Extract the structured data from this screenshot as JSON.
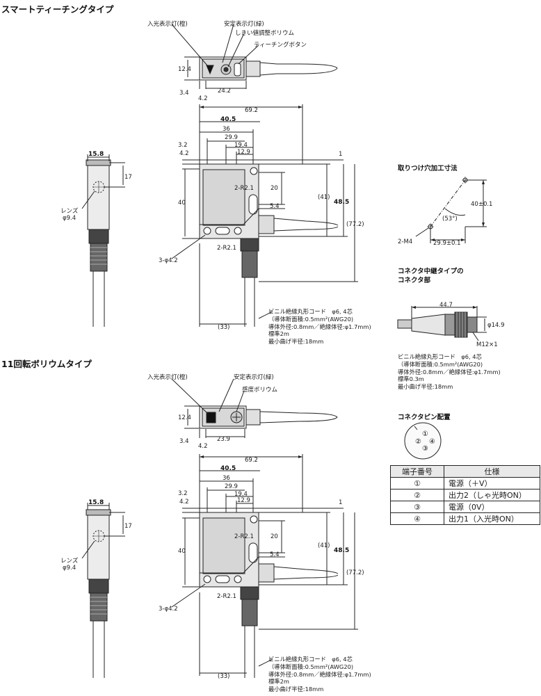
{
  "sections": [
    {
      "title": "スマートティーチングタイプ",
      "top_view": {
        "labels": [
          "入光表示灯(橙)",
          "安定表示灯(緑)",
          "しきい値調整ボリウム",
          "ティーチングボタン"
        ],
        "dims": {
          "height": "12.4",
          "left": "3.4",
          "offset": "4.2",
          "width": "24.2"
        }
      }
    },
    {
      "title": "11回転ボリウムタイプ",
      "top_view": {
        "labels": [
          "入光表示灯(橙)",
          "安定表示灯(緑)",
          "感度ボリウム"
        ],
        "dims": {
          "height": "12.4",
          "left": "3.4",
          "offset": "4.2",
          "width": "23.9"
        }
      }
    }
  ],
  "side_view": {
    "width": "15.8",
    "lens_height": "17",
    "lens_label": "レンズ",
    "lens_dia": "φ9.4"
  },
  "front_view": {
    "dims": {
      "overall": "69.2",
      "d40_5": "40.5",
      "d36": "36",
      "d29_9": "29.9",
      "d19_4": "19.4",
      "d12_9": "12.9",
      "d3_2": "3.2",
      "d4_2": "4.2",
      "d1": "1",
      "d40": "40",
      "d20": "20",
      "d5_4": "5.4",
      "d41": "(41)",
      "d48_5": "48.5",
      "d77_2": "(77.2)",
      "d33": "(33)",
      "r_top": "2-R2.1",
      "r_bottom": "2-R2.1",
      "holes": "3-φ4.2"
    },
    "cord_spec": [
      "ビニル絶縁丸形コード　φ6, 4芯",
      "（導体断面積:0.5mm²(AWG20)",
      "導体外径:0.8mm／絶縁体径:φ1.7mm)",
      "標準2m",
      "最小曲げ半径:18mm"
    ]
  },
  "mounting": {
    "title": "取りつけ穴加工寸法",
    "dims": {
      "vertical": "40±0.1",
      "horizontal": "29.9±0.1",
      "angle": "(53°)",
      "holes": "2-M4"
    }
  },
  "connector": {
    "title_line1": "コネクタ中継タイプの",
    "title_line2": "コネクタ部",
    "dims": {
      "length": "44.7",
      "dia": "φ14.9",
      "thread": "M12×1"
    },
    "cord_spec": [
      "ビニル絶縁丸形コード　φ6, 4芯",
      "（導体断面積:0.5mm²(AWG20)",
      "導体外径:0.8mm／絶縁体径:φ1.7mm)",
      "標準0.3m",
      "最小曲げ半径:18mm"
    ]
  },
  "pin_layout": {
    "title": "コネクタピン配置",
    "pins": [
      "①",
      "②",
      "③",
      "④"
    ]
  },
  "pin_table": {
    "headers": [
      "端子番号",
      "仕様"
    ],
    "rows": [
      {
        "num": "①",
        "spec": "電源（＋V）"
      },
      {
        "num": "②",
        "spec": "出力2（しゃ光時ON）"
      },
      {
        "num": "③",
        "spec": "電源（0V）"
      },
      {
        "num": "④",
        "spec": "出力1（入光時ON）"
      }
    ]
  }
}
